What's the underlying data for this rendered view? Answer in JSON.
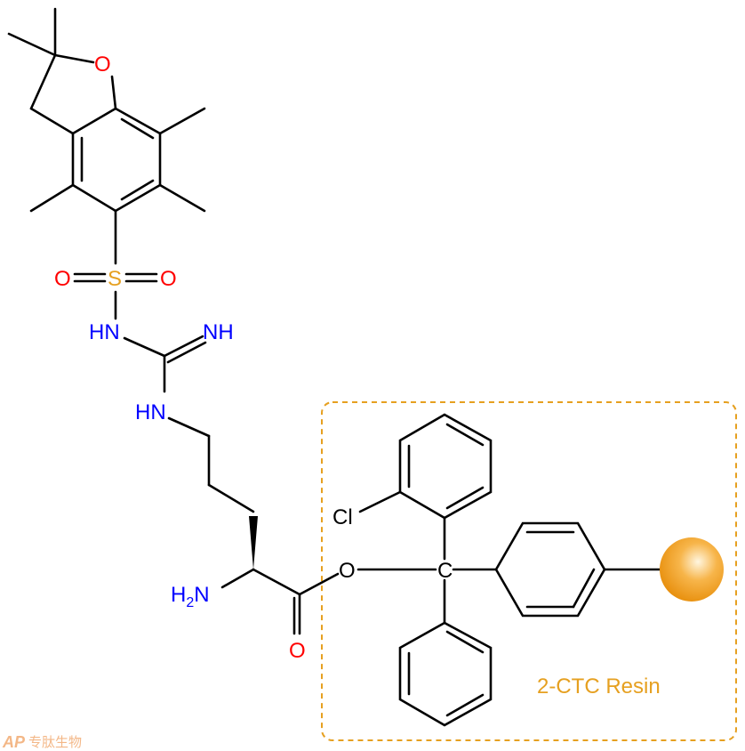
{
  "atoms": {
    "o_furan": "O",
    "s": "S",
    "o_s_left": "O",
    "o_s_right": "O",
    "hn1": "HN",
    "nh_imine": "NH",
    "hn2": "HN",
    "h2n_h": "H",
    "h2n_sub": "2",
    "h2n_n": "N",
    "o_carbonyl": "O",
    "o_ester": "O",
    "c_trityl": "C",
    "cl": "Cl"
  },
  "resin_label": "2-CTC Resin",
  "logo": {
    "text": "AP",
    "chinese": "专肽生物"
  },
  "colors": {
    "nitrogen": "#0000ff",
    "oxygen": "#ff0000",
    "sulfur": "#e6a020",
    "resin": "#e6a020"
  }
}
